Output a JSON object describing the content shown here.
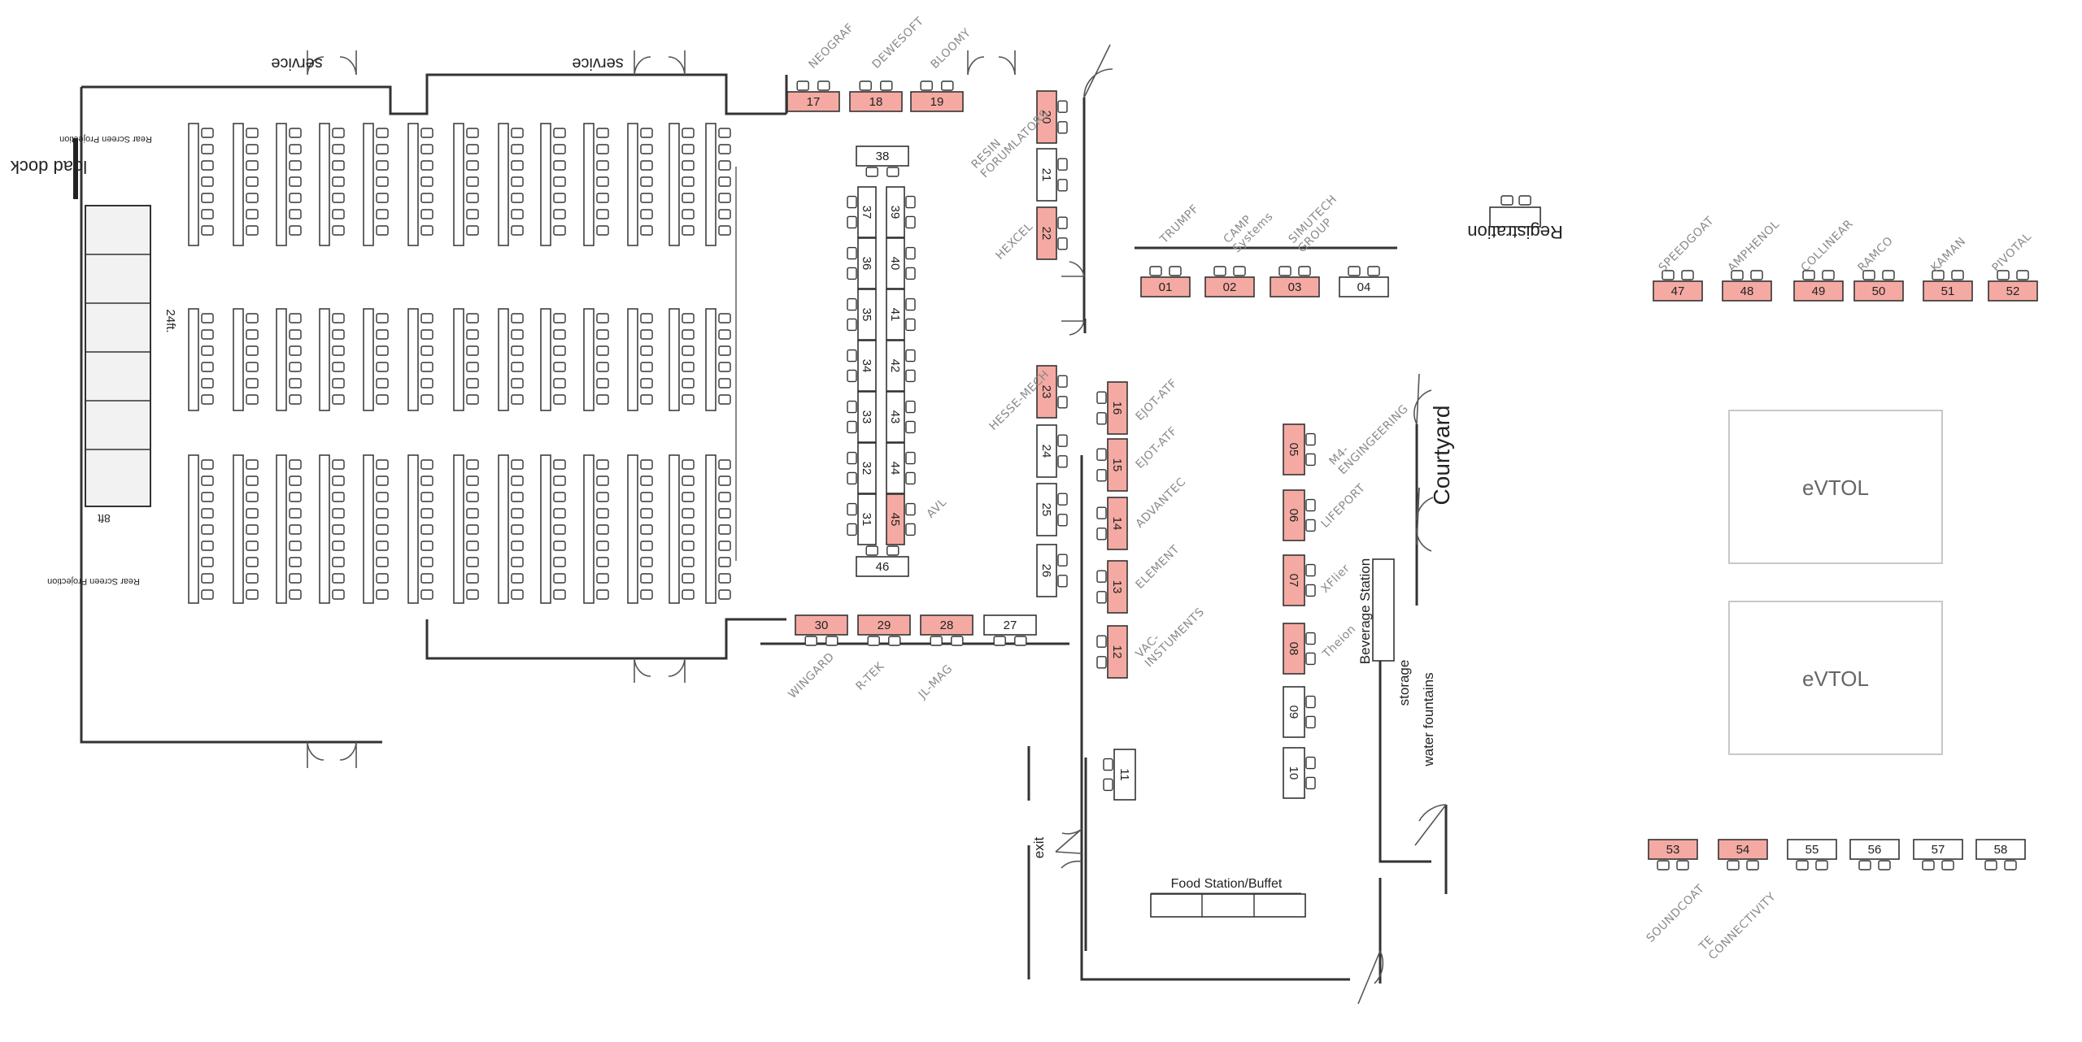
{
  "colors": {
    "sponsor": "#f4aaa3",
    "standard": "#ffffff",
    "outline": "#333333",
    "label": "#8a8a8a"
  },
  "venue": {
    "service_1": "service",
    "service_2": "service",
    "load_dock": "load dock",
    "rear_screen_top": "Rear Screen Projection",
    "rear_screen_bottom": "Rear Screen Projection",
    "dim_24ft": "24ft.",
    "dim_8ft": "8ft",
    "registration": "Registration",
    "courtyard": "Courtyard",
    "beverage_station": "Beverage Station",
    "storage": "storage",
    "water_fountains": "water fountains",
    "exit": "exit",
    "food_station": "Food Station/Buffet",
    "evtol_1": "eVTOL",
    "evtol_2": "eVTOL"
  },
  "booths": [
    {
      "num": "01",
      "sponsor": true
    },
    {
      "num": "02",
      "sponsor": true
    },
    {
      "num": "03",
      "sponsor": true
    },
    {
      "num": "04",
      "sponsor": false
    },
    {
      "num": "05",
      "sponsor": true
    },
    {
      "num": "06",
      "sponsor": true
    },
    {
      "num": "07",
      "sponsor": true
    },
    {
      "num": "08",
      "sponsor": true
    },
    {
      "num": "09",
      "sponsor": false
    },
    {
      "num": "10",
      "sponsor": false
    },
    {
      "num": "11",
      "sponsor": false
    },
    {
      "num": "12",
      "sponsor": true
    },
    {
      "num": "13",
      "sponsor": true
    },
    {
      "num": "14",
      "sponsor": true
    },
    {
      "num": "15",
      "sponsor": true
    },
    {
      "num": "16",
      "sponsor": true
    },
    {
      "num": "17",
      "sponsor": true
    },
    {
      "num": "18",
      "sponsor": true
    },
    {
      "num": "19",
      "sponsor": true
    },
    {
      "num": "20",
      "sponsor": true
    },
    {
      "num": "21",
      "sponsor": false
    },
    {
      "num": "22",
      "sponsor": true
    },
    {
      "num": "23",
      "sponsor": true
    },
    {
      "num": "24",
      "sponsor": false
    },
    {
      "num": "25",
      "sponsor": false
    },
    {
      "num": "26",
      "sponsor": false
    },
    {
      "num": "27",
      "sponsor": false
    },
    {
      "num": "28",
      "sponsor": true
    },
    {
      "num": "29",
      "sponsor": true
    },
    {
      "num": "30",
      "sponsor": true
    },
    {
      "num": "31",
      "sponsor": false
    },
    {
      "num": "32",
      "sponsor": false
    },
    {
      "num": "33",
      "sponsor": false
    },
    {
      "num": "34",
      "sponsor": false
    },
    {
      "num": "35",
      "sponsor": false
    },
    {
      "num": "36",
      "sponsor": false
    },
    {
      "num": "37",
      "sponsor": false
    },
    {
      "num": "38",
      "sponsor": false
    },
    {
      "num": "39",
      "sponsor": false
    },
    {
      "num": "40",
      "sponsor": false
    },
    {
      "num": "41",
      "sponsor": false
    },
    {
      "num": "42",
      "sponsor": false
    },
    {
      "num": "43",
      "sponsor": false
    },
    {
      "num": "44",
      "sponsor": false
    },
    {
      "num": "45",
      "sponsor": true
    },
    {
      "num": "46",
      "sponsor": false
    },
    {
      "num": "47",
      "sponsor": true
    },
    {
      "num": "48",
      "sponsor": true
    },
    {
      "num": "49",
      "sponsor": true
    },
    {
      "num": "50",
      "sponsor": true
    },
    {
      "num": "51",
      "sponsor": true
    },
    {
      "num": "52",
      "sponsor": true
    },
    {
      "num": "53",
      "sponsor": true
    },
    {
      "num": "54",
      "sponsor": true
    },
    {
      "num": "55",
      "sponsor": false
    },
    {
      "num": "56",
      "sponsor": false
    },
    {
      "num": "57",
      "sponsor": false
    },
    {
      "num": "58",
      "sponsor": false
    }
  ],
  "exhibitors": {
    "neograf": "NEOGRAF",
    "dewesoft": "DEWESOFT",
    "bloomy": "BLOOMY",
    "resin": "RESIN\nFORUMLATORS",
    "hexcel": "HEXCEL",
    "trumpf": "TRUMPF",
    "camp": "CAMP\nSystems",
    "simutech": "SIMUTECH\nGROUP",
    "speedgoat": "SPEEDGOAT",
    "amphenol": "AMPHENOL",
    "collinear": "COLLINEAR",
    "ramco": "RAMCO",
    "kaman": "KAMAN",
    "pivotal": "PIVOTAL",
    "hesse": "HESSE-MECH",
    "ejot16": "EJOT-ATF",
    "ejot15": "EJOT-ATF",
    "advantec": "ADVANTEC",
    "element": "ELEMENT",
    "vac": "VAC-\nINSTUMENTS",
    "avl": "AVL",
    "m4": "M4-\nENGINGEERING",
    "lifeport": "LIFEPORT",
    "xflier": "XFlier",
    "theion": "Theion",
    "wingard": "WINGARD",
    "rtek": "R-TEK",
    "jlmag": "JL-MAG",
    "soundcoat": "SOUNDCOAT",
    "te": "TE\nCONNECTIVITY"
  }
}
